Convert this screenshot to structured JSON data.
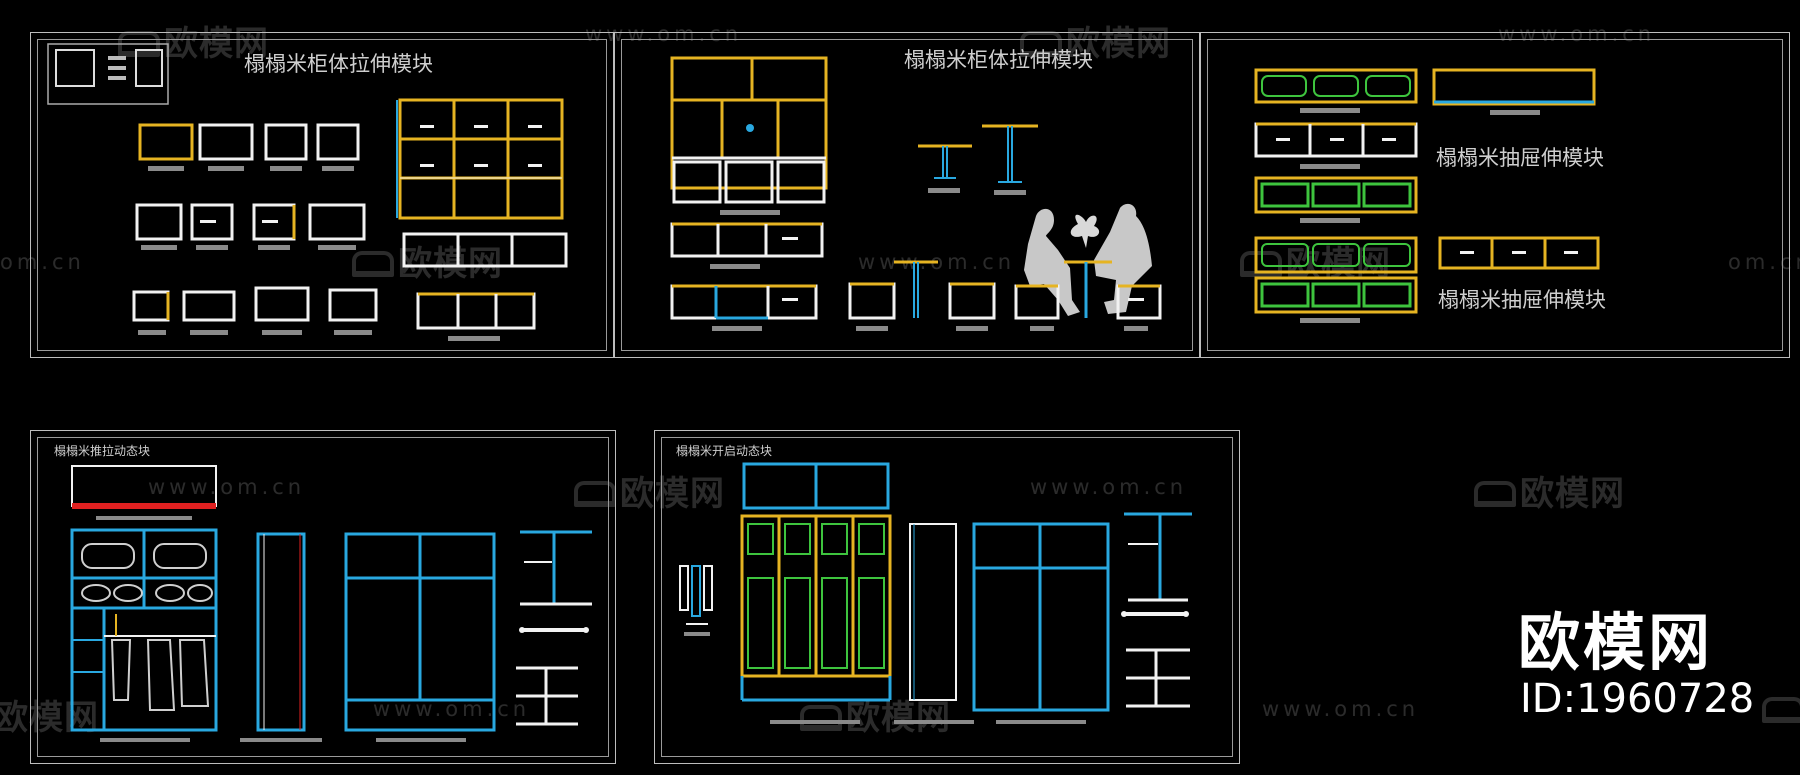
{
  "panels": {
    "p1_title": "榻榻米柜体拉伸模块",
    "p2_title": "榻榻米柜体拉伸模块",
    "p3_label_a": "榻榻米抽屉伸模块",
    "p3_label_b": "榻榻米抽屉伸模块",
    "p4_title": "榻榻米推拉动态块",
    "p5_title": "榻榻米开启动态块"
  },
  "watermarks": {
    "logo_text": "欧模网",
    "url_text": "www.om.cn",
    "url_short": "om.cn"
  },
  "brand": {
    "name": "欧模网",
    "id_text": "ID:1960728"
  },
  "colors": {
    "background": "#000000",
    "frame": "#bdbdbd",
    "yellow": "#e6b422",
    "white": "#f2f2f2",
    "cyan": "#29a8e0",
    "green": "#3ec43e",
    "red": "#e02020",
    "gray": "#8a8a8a"
  }
}
